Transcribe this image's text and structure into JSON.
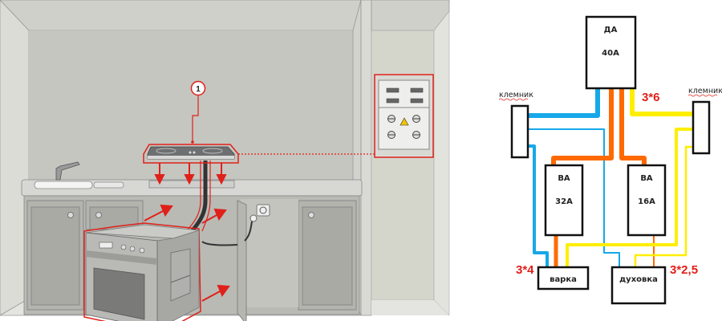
{
  "illustration": {
    "callout_number": "1"
  },
  "diagram": {
    "main_breaker": {
      "type": "ДА",
      "rating": "40А"
    },
    "breaker_left": {
      "type": "ВА",
      "rating": "32А"
    },
    "breaker_right": {
      "type": "ВА",
      "rating": "16А"
    },
    "load_left": "варка",
    "load_right": "духовка",
    "terminal_left": "клемник",
    "terminal_right": "клемник",
    "cable_main": "3*6",
    "cable_hob": "3*4",
    "cable_oven": "3*2,5",
    "colors": {
      "phase": "#ff6a00",
      "neutral": "#16a8e8",
      "ground": "#ffee00"
    }
  }
}
